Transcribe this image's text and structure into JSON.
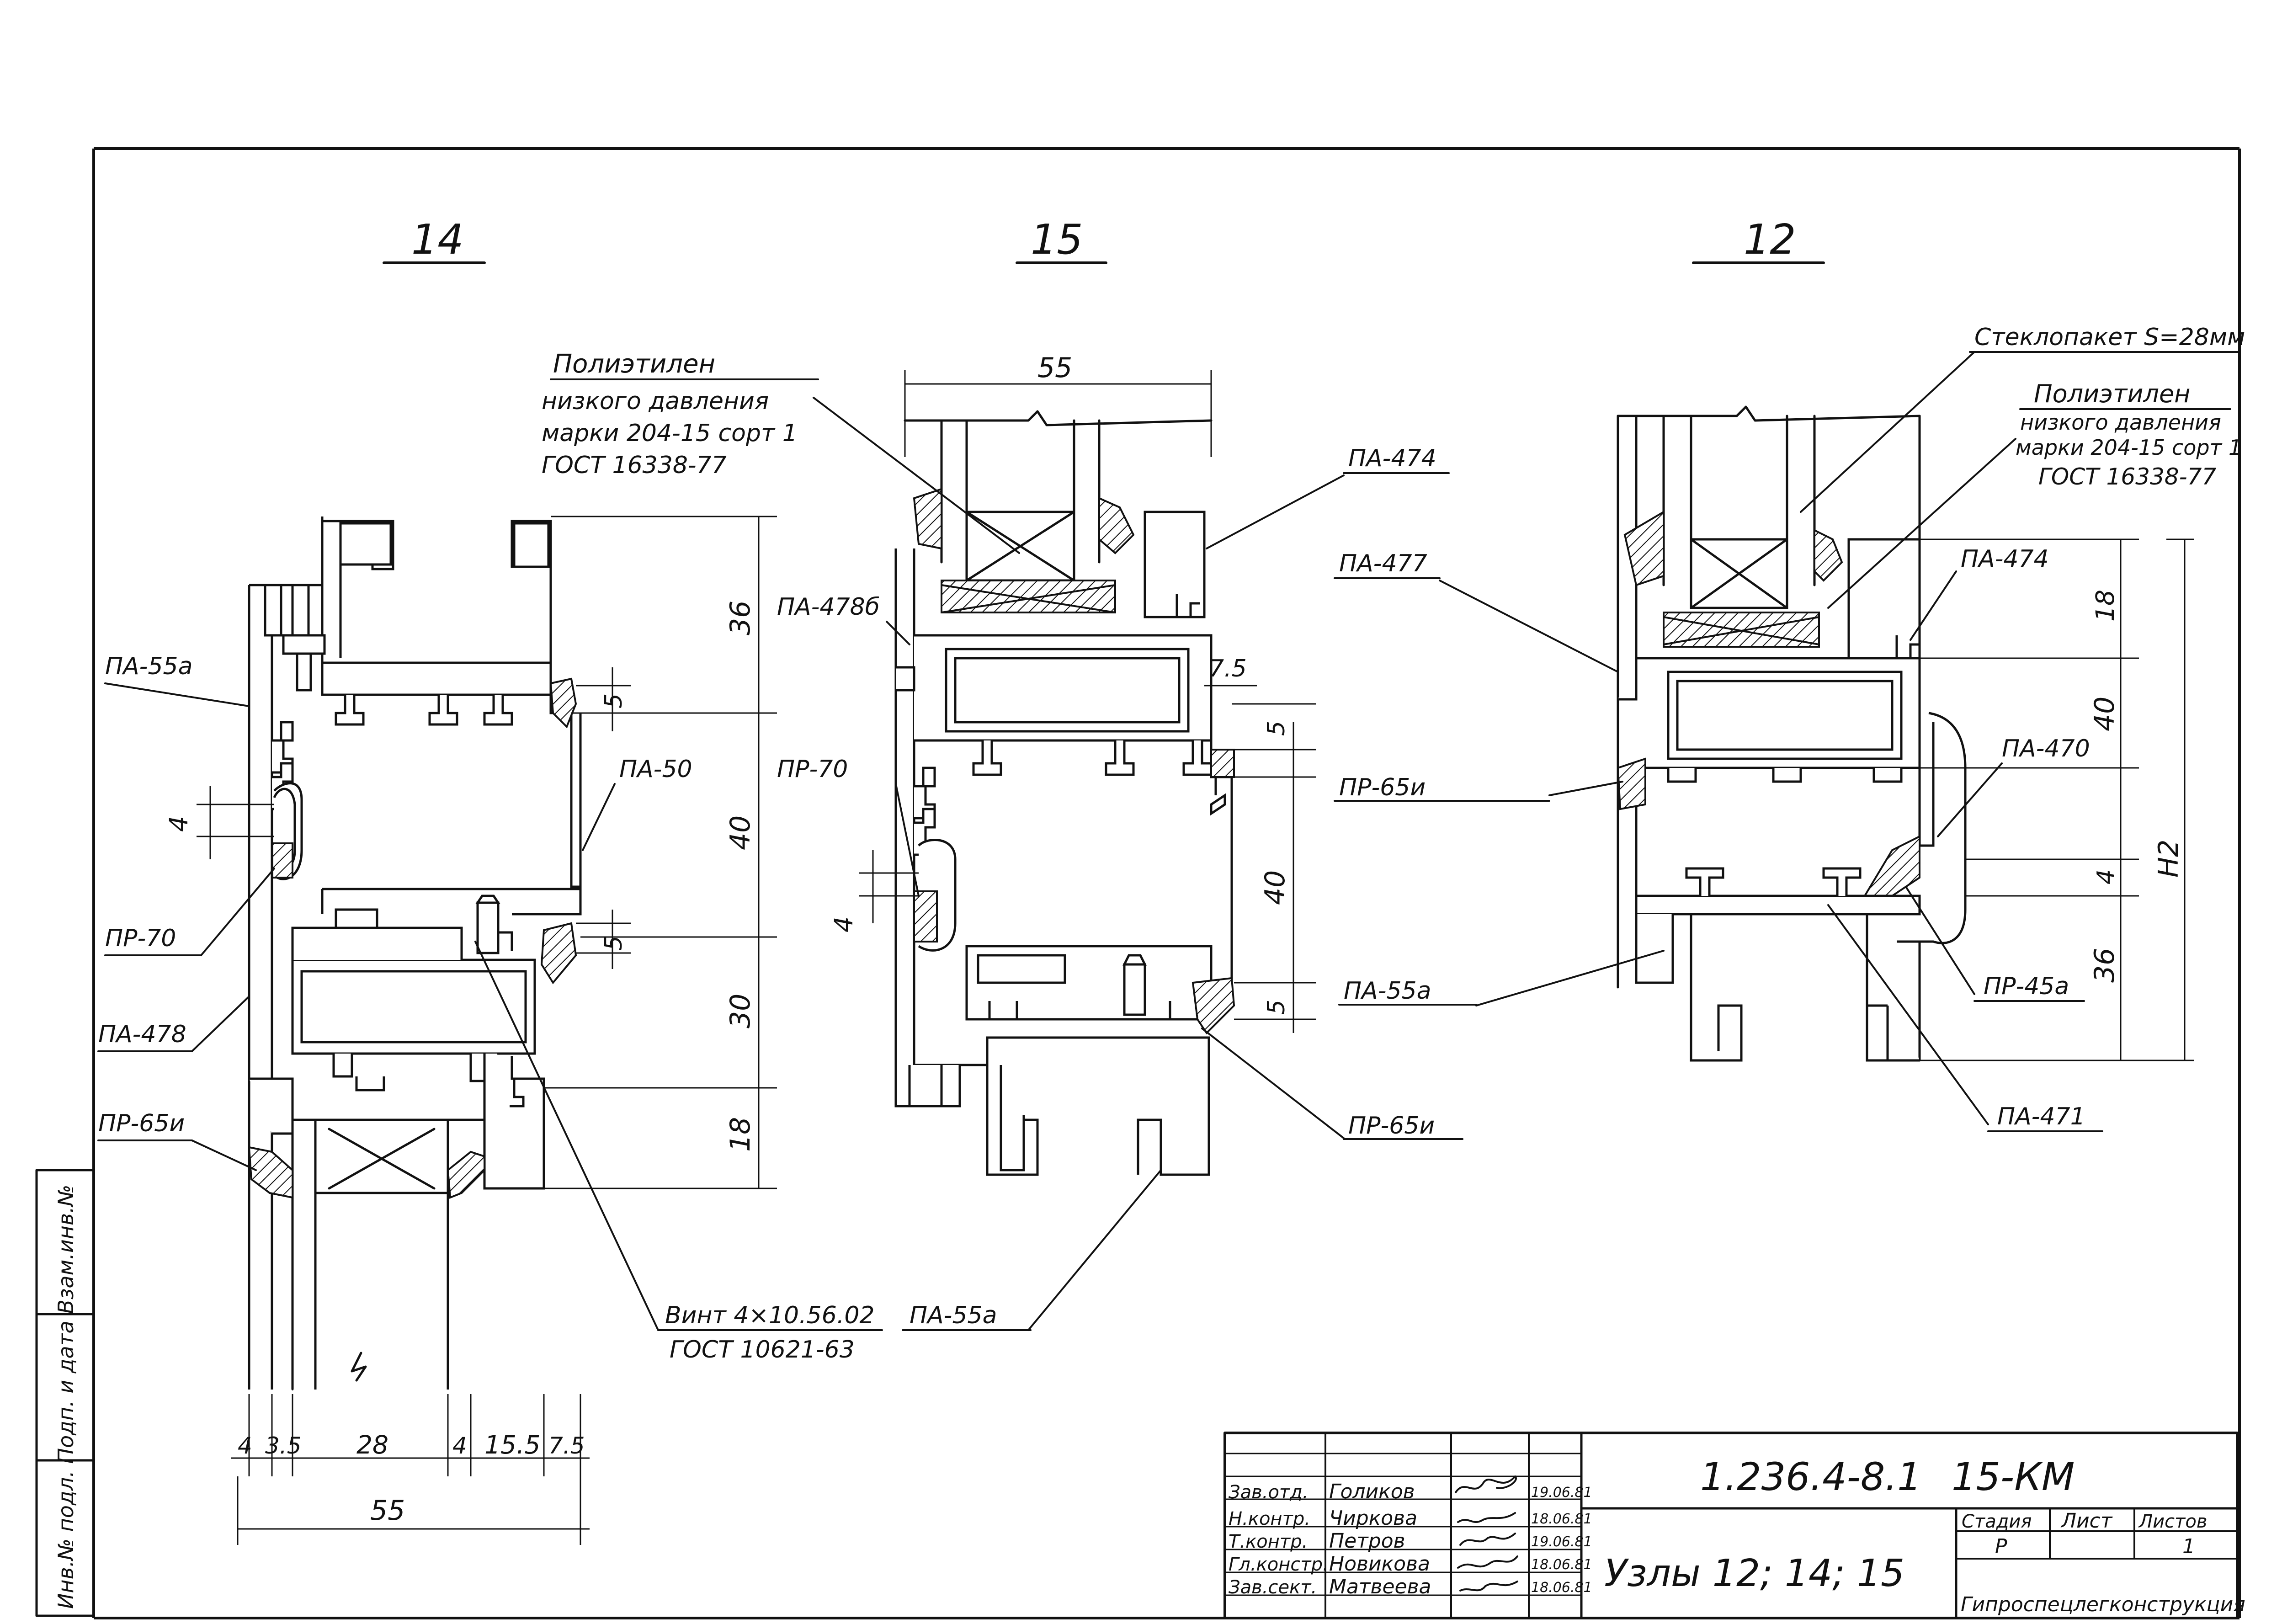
{
  "nodes": {
    "n14": "14",
    "n15": "15",
    "n12": "12"
  },
  "callouts": {
    "polyethylene": [
      "Полиэтилен",
      "низкого давления",
      "марки 204-15 сорт 1",
      "ГОСТ 16338-77"
    ],
    "glass_unit": "Стеклопакет S=28мм",
    "screw": [
      "Винт 4×10.56.02",
      "ГОСТ 10621-63"
    ],
    "pa55a": "ПА-55а",
    "pa50": "ПА-50",
    "pr70": "ПР-70",
    "pa478": "ПА-478",
    "pr65i": "ПР-65и",
    "pa478b": "ПА-478б",
    "pa474": "ПА-474",
    "pa477": "ПА-477",
    "pa470": "ПА-470",
    "pr45a": "ПР-45а",
    "pa471": "ПА-471"
  },
  "dims": {
    "n14_right": [
      "36",
      "5",
      "40",
      "5",
      "30",
      "18"
    ],
    "n14_small": "4",
    "n14_bottom": [
      "4",
      "3.5",
      "28",
      "4",
      "15.5",
      "7.5"
    ],
    "n14_total": "55",
    "n15_top": "55",
    "n15_side": [
      "7.5",
      "5",
      "40",
      "5"
    ],
    "n15_small": "4",
    "n12_right": [
      "18",
      "40",
      "4",
      "36"
    ],
    "n12_h": "H2"
  },
  "stamp": {
    "side_label": "Инв.№ подл. Подп. и дата Взам.инв.№",
    "code": "1.236.4-8.1",
    "sheet_code": "15-КМ",
    "title": "Узлы 12; 14; 15",
    "stage_label": "Стадия",
    "sheet_label": "Лист",
    "sheets_label": "Листов",
    "stage": "Р",
    "sheets": "1",
    "org": "Гипроспецлегконструкция",
    "rows": [
      {
        "role": "Зав.отд.",
        "name": "Голиков",
        "date": "19.06.81"
      },
      {
        "role": "Н.контр.",
        "name": "Чиркова",
        "date": "18.06.81"
      },
      {
        "role": "Т.контр.",
        "name": "Петров",
        "date": "19.06.81"
      },
      {
        "role": "Гл.констр.",
        "name": "Новикова",
        "date": "18.06.81"
      },
      {
        "role": "Зав.сект.",
        "name": "Матвеева",
        "date": "18.06.81"
      }
    ]
  }
}
